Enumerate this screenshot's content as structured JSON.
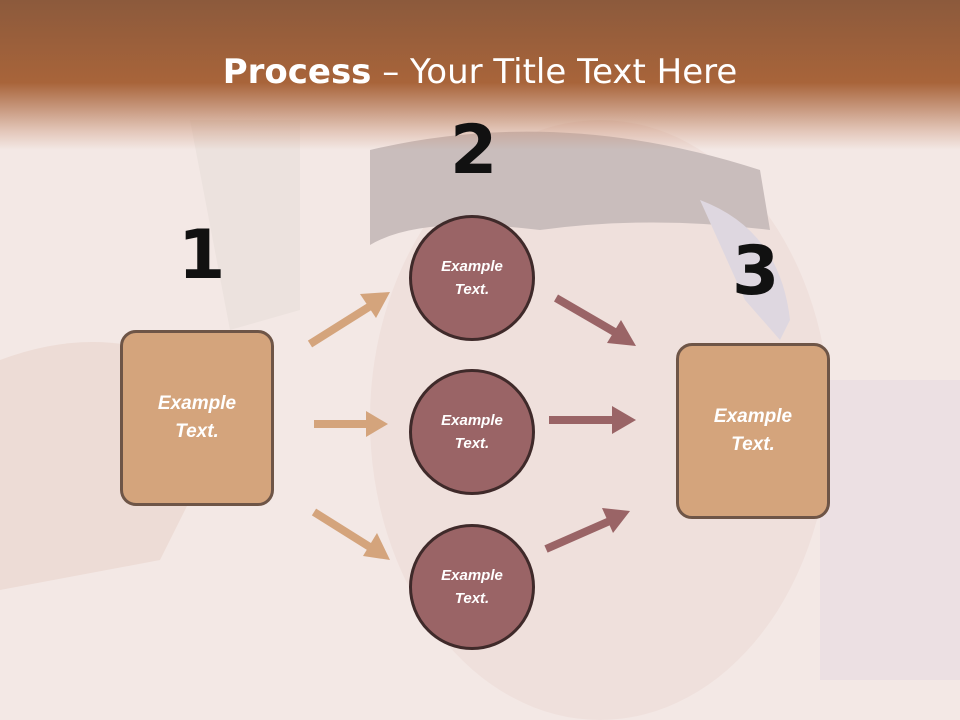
{
  "title": {
    "bold": "Process",
    "rest": " – Your Title Text Here"
  },
  "steps": {
    "one": "1",
    "two": "2",
    "three": "3"
  },
  "left_box": {
    "text": "Example\nText."
  },
  "right_box": {
    "text": "Example\nText."
  },
  "circles": [
    {
      "text": "Example\nText."
    },
    {
      "text": "Example\nText."
    },
    {
      "text": "Example\nText."
    }
  ],
  "colors": {
    "box_fill": "#d4a47c",
    "circle_fill": "#9a6466",
    "arrow_tan": "#d4a47c",
    "arrow_rose": "#9a6466",
    "header": "#a8643a"
  }
}
